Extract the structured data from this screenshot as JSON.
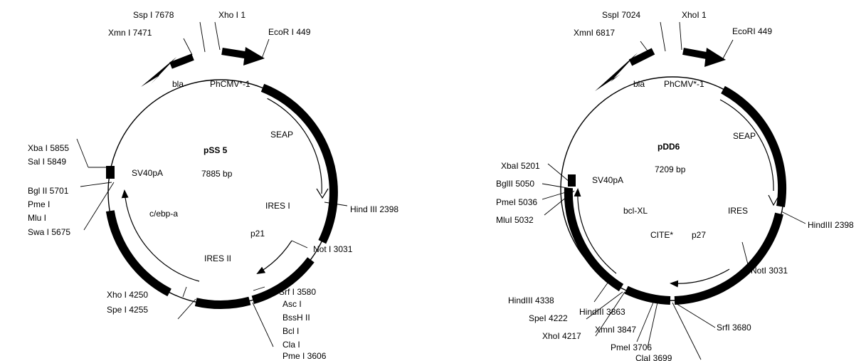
{
  "left_map": {
    "name": "pSS 5",
    "size": "7885  bp",
    "features": {
      "bla": "bla",
      "promoter": "PhCMV*-1",
      "seap": "SEAP",
      "sv40pa": "SV40pA",
      "cebpa": "c/ebp-a",
      "ires1": "IRES I",
      "ires2": "IRES II",
      "p21": "p21"
    },
    "sites": {
      "ssp": "Ssp I   7678",
      "xmn": "Xmn I   7471",
      "xho1": "Xho I   1",
      "ecor": "EcoR I   449",
      "xba": "Xba I    5855",
      "sal": "Sal I    5849",
      "bgl": "Bgl II    5701",
      "pme": "Pme I",
      "mlu": "Mlu I",
      "swa": "Swa I    5675",
      "hind": "Hind III   2398",
      "not": "Not I   3031",
      "xho4250": "Xho I    4250",
      "spe": "Spe I    4255",
      "srf": "Srf I    3580",
      "asc": "Asc I",
      "bssh": "BssH II",
      "bcl": "Bcl I",
      "cla": "Cla I",
      "pme3606": "Pme I    3606"
    }
  },
  "right_map": {
    "name": "pDD6",
    "size": "7209  bp",
    "features": {
      "bla": "bla",
      "promoter": "PhCMV*-1",
      "seap": "SEAP",
      "sv40pa": "SV40pA",
      "bclxl": "bcl-XL",
      "ires": "IRES",
      "cite": "CITE*",
      "p27": "p27"
    },
    "sites": {
      "ssp": "SspI  7024",
      "xmn": "XmnI  6817",
      "xho1": "XhoI  1",
      "ecor": "EcoRI 449",
      "xba": "XbaI  5201",
      "bgl": "BglII  5050",
      "pme": "PmeI  5036",
      "mlu": "MluI  5032",
      "hind2398": "HindIII  2398",
      "not": "NotI   3031",
      "hind4338": "HindIII  4338",
      "spe": "SpeI  4222",
      "xho4217": "XhoI  4217",
      "hind3863": "HindIII  3863",
      "xmn3847": "XmnI  3847",
      "pme3706": "PmeI  3706",
      "cla": "ClaI  3699",
      "srf": "SrfI   3680"
    }
  }
}
